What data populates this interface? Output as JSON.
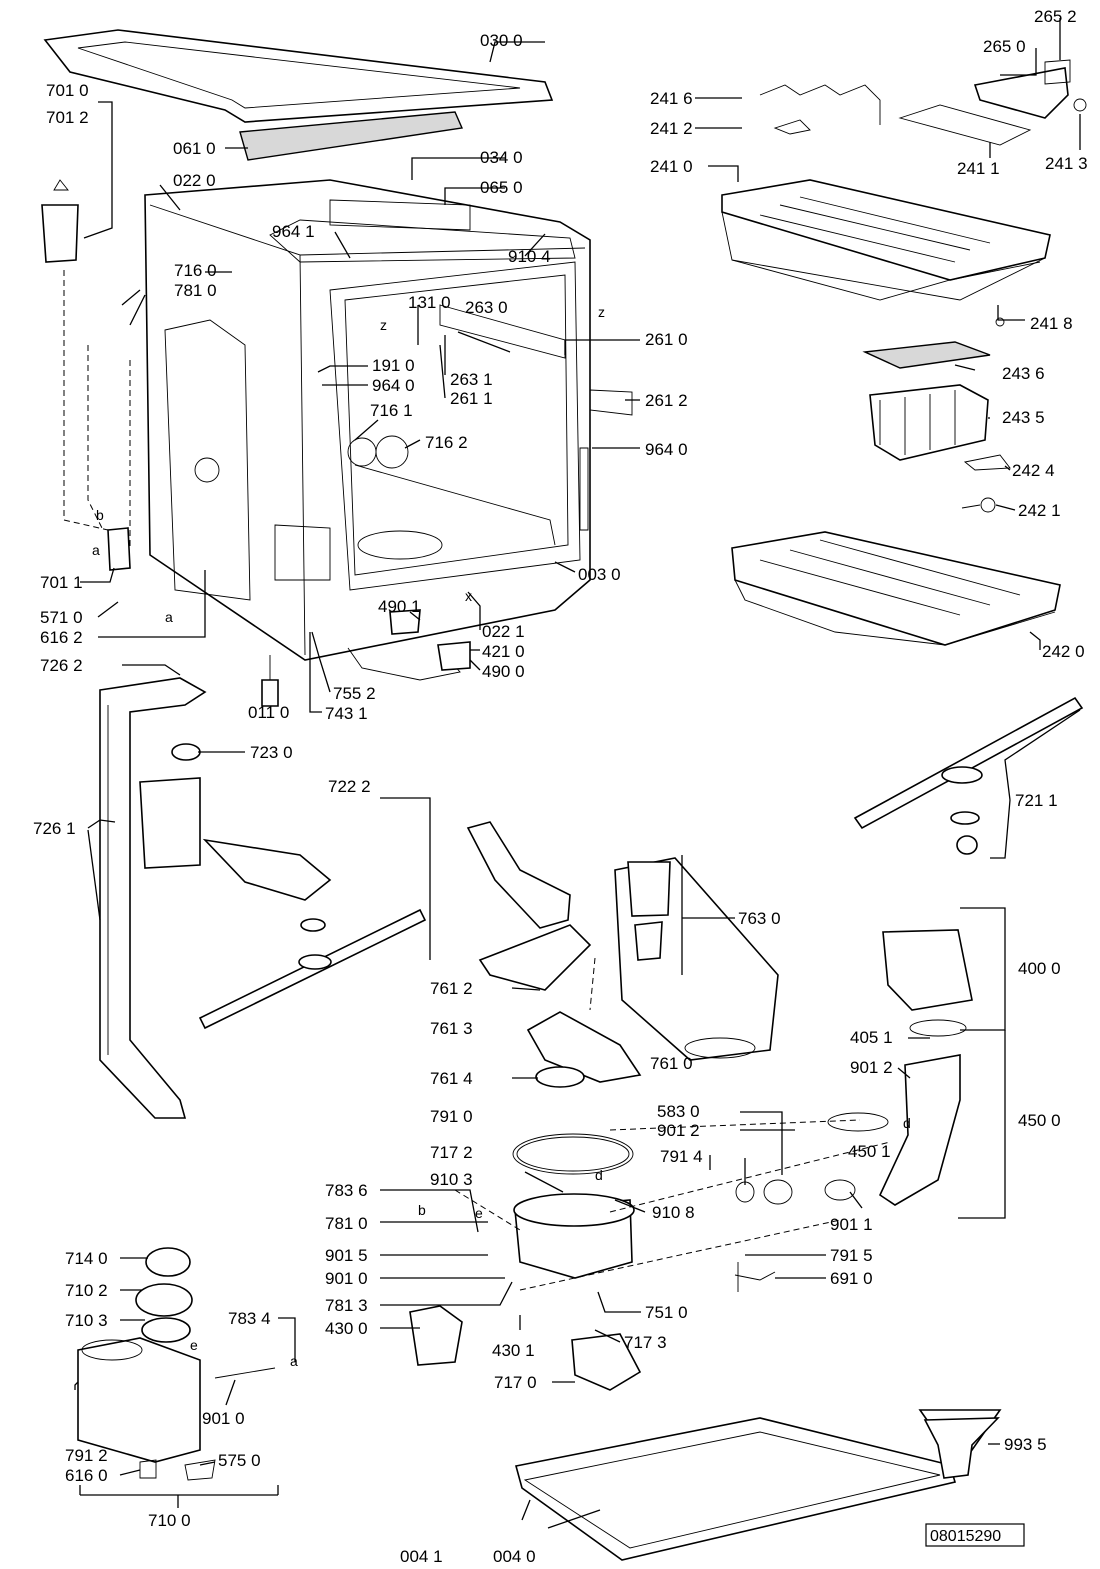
{
  "document_number": "08015290",
  "labels": {
    "p0300": "030 0",
    "p2652": "265 2",
    "p2650": "265 0",
    "p2416": "241 6",
    "p2412": "241 2",
    "p2410": "241 0",
    "p2411": "241 1",
    "p2413": "241 3",
    "p7010": "701 0",
    "p7012": "701 2",
    "p0610": "061 0",
    "p0340": "034 0",
    "p0220": "022 0",
    "p0650": "065 0",
    "p9641": "964 1",
    "p9104": "910 4",
    "p7160": "716 0",
    "p7810a": "781 0",
    "p1310": "131 0",
    "p2630": "263 0",
    "p2610": "261 0",
    "p2418": "241 8",
    "p1910": "191 0",
    "p9640a": "964 0",
    "p2631": "263 1",
    "p2611": "261 1",
    "p2612": "261 2",
    "p2436": "243 6",
    "p2435": "243 5",
    "p7161": "716 1",
    "p7162": "716 2",
    "p9640b": "964 0",
    "p2424": "242 4",
    "p2421": "242 1",
    "p7011": "701 1",
    "p5710": "571 0",
    "p6162": "616 2",
    "p0030": "003 0",
    "p4901": "490 1",
    "p0221": "022 1",
    "p4210": "421 0",
    "p4900": "490 0",
    "p2420": "242 0",
    "p7262": "726 2",
    "p0110": "011 0",
    "p7552": "755 2",
    "p7431": "743 1",
    "p7230": "723 0",
    "p7222": "722 2",
    "p7261": "726 1",
    "p7211": "721 1",
    "p7630": "763 0",
    "p4000": "400 0",
    "p7612": "761 2",
    "p7613": "761 3",
    "p7610": "761 0",
    "p4051": "405 1",
    "p9012a": "901 2",
    "p7614": "761 4",
    "p4500": "450 0",
    "p7910": "791 0",
    "p5830": "583 0",
    "p9012b": "901 2",
    "p4501": "450 1",
    "p7172": "717 2",
    "p7914": "791 4",
    "p9103": "910 3",
    "p9108": "910 8",
    "p7836": "783 6",
    "p7810b": "781 0",
    "p9011": "901 1",
    "p9015": "901 5",
    "p9010a": "901 0",
    "p7915": "791 5",
    "p6910": "691 0",
    "p7813": "781 3",
    "p7510": "751 0",
    "p4300": "430 0",
    "p4301": "430 1",
    "p7173": "717 3",
    "p7170": "717 0",
    "p7140": "714 0",
    "p7102": "710 2",
    "p7103": "710 3",
    "p7834": "783 4",
    "p9010b": "901 0",
    "p7912": "791 2",
    "p6160": "616 0",
    "p5750": "575 0",
    "p7100": "710 0",
    "p9935": "993 5",
    "p0041": "004 1",
    "p0040": "004 0"
  },
  "letters": {
    "z1": "z",
    "z2": "z",
    "x": "x",
    "a1": "a",
    "b1": "b",
    "a2": "a",
    "d1": "d",
    "d2": "d",
    "b2": "b",
    "e1": "e",
    "e2": "e",
    "a3": "a"
  }
}
